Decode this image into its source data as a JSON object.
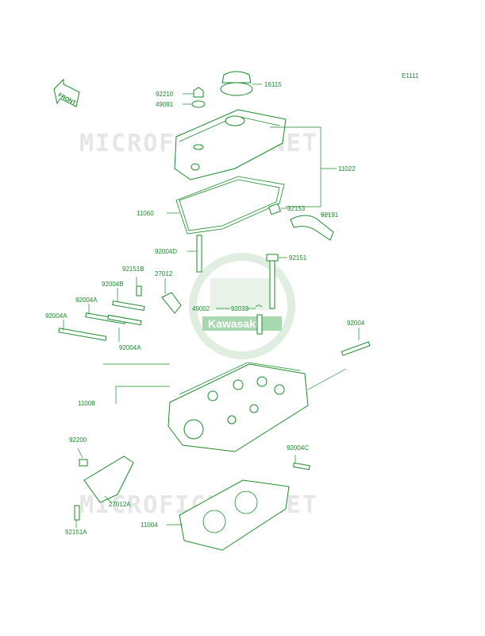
{
  "diagram_code": "E1111",
  "front_label": "FRONT",
  "watermark": "MICROFICHES.NET",
  "logo_text": "Kawasaki",
  "parts": {
    "p92210": "92210",
    "p49091": "49091",
    "p16115": "16115",
    "p11022": "11022",
    "p32153": "32153",
    "p11060": "11060",
    "p92191": "92191",
    "p92004D": "92004D",
    "p92151": "92151",
    "p92151B": "92151B",
    "p27012": "27012",
    "p92004B": "92004B",
    "p49002": "49002",
    "p92033": "92033",
    "p92004A_1": "92004A",
    "p92004A_2": "92004A",
    "p92004A_3": "92004A",
    "p92004": "92004",
    "p11008": "11008",
    "p92200": "92200",
    "p92004C": "92004C",
    "p27012A": "27012A",
    "p11004": "11004",
    "p92151A": "92151A"
  },
  "colors": {
    "line": "#1a8a2a",
    "watermark": "#e6e6e6"
  }
}
